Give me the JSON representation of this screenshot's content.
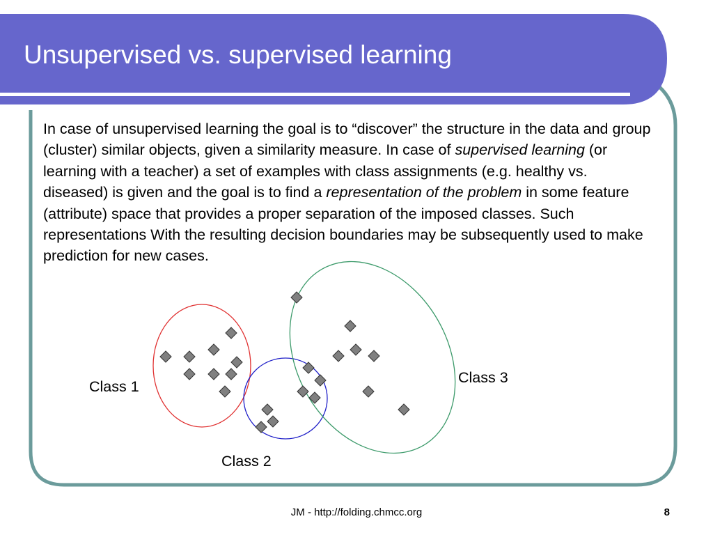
{
  "slide": {
    "title": "Unsupervised vs. supervised learning",
    "body": [
      {
        "text": "In case of unsupervised learning the goal is to “discover” the structure in the data and group (cluster) similar objects, given a similarity measure. In case of ",
        "italic": false
      },
      {
        "text": "supervised learning",
        "italic": true
      },
      {
        "text": " (or learning with a teacher) a set of examples with class assignments (e.g. healthy vs. diseased) is given and the goal is to find a ",
        "italic": false
      },
      {
        "text": "representation of the problem",
        "italic": true
      },
      {
        "text": " in some feature (attribute) space that provides a proper separation of the imposed classes. Such representations With the resulting decision boundaries may be subsequently used to make prediction for new cases.",
        "italic": false
      }
    ],
    "class_labels": {
      "class1": "Class 1",
      "class2": "Class 2",
      "class3": "Class 3"
    },
    "footer": "JM - http://folding.chmcc.org",
    "page_number": "8"
  },
  "colors": {
    "title_bar": "#6666CC",
    "frame_border": "#6B9B9B",
    "class1_boundary": "#E03030",
    "class2_boundary": "#2020C8",
    "class3_boundary": "#3C9A6A",
    "marker_fill": "#808080"
  }
}
